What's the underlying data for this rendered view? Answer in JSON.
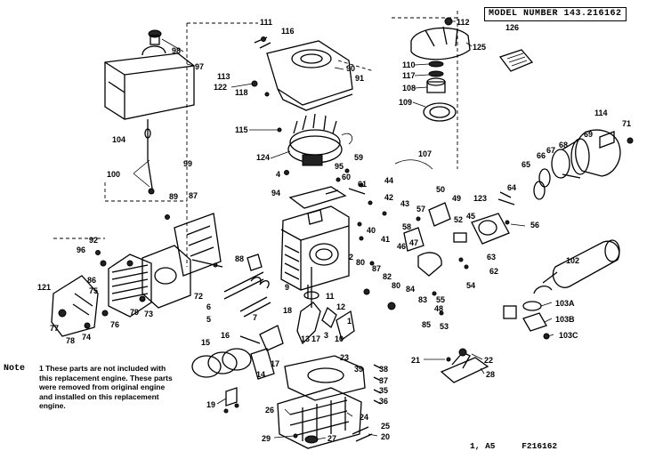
{
  "model_header": "MODEL NUMBER 143.216162",
  "note": {
    "heading": "Note",
    "text": "1 These parts are not included with this replacement engine. These parts were removed from original engine and installed on this replacement engine."
  },
  "footer": {
    "scale": "1, A5",
    "code": "F216162"
  },
  "parts": [
    {
      "id": "p111",
      "text": "111"
    },
    {
      "id": "p116",
      "text": "116"
    },
    {
      "id": "p112",
      "text": "112"
    },
    {
      "id": "p125",
      "text": "125"
    },
    {
      "id": "p126",
      "text": "126"
    },
    {
      "id": "p98",
      "text": "98"
    },
    {
      "id": "p97",
      "text": "97"
    },
    {
      "id": "p113",
      "text": "113"
    },
    {
      "id": "p122",
      "text": "122"
    },
    {
      "id": "p118",
      "text": "118"
    },
    {
      "id": "p90",
      "text": "90"
    },
    {
      "id": "p91",
      "text": "91"
    },
    {
      "id": "p110",
      "text": "110"
    },
    {
      "id": "p117",
      "text": "117"
    },
    {
      "id": "p108",
      "text": "108"
    },
    {
      "id": "p109",
      "text": "109"
    },
    {
      "id": "p115",
      "text": "115"
    },
    {
      "id": "p104",
      "text": "104"
    },
    {
      "id": "p114",
      "text": "114"
    },
    {
      "id": "p71",
      "text": "71"
    },
    {
      "id": "p124",
      "text": "124"
    },
    {
      "id": "p107",
      "text": "107"
    },
    {
      "id": "p69",
      "text": "69"
    },
    {
      "id": "p66",
      "text": "66"
    },
    {
      "id": "p67",
      "text": "67"
    },
    {
      "id": "p68",
      "text": "68"
    },
    {
      "id": "p100",
      "text": "100"
    },
    {
      "id": "p99",
      "text": "99"
    },
    {
      "id": "p4",
      "text": "4"
    },
    {
      "id": "p95",
      "text": "95"
    },
    {
      "id": "p59",
      "text": "59"
    },
    {
      "id": "p65",
      "text": "65"
    },
    {
      "id": "p60",
      "text": "60"
    },
    {
      "id": "p61",
      "text": "61"
    },
    {
      "id": "p44",
      "text": "44"
    },
    {
      "id": "p94",
      "text": "94"
    },
    {
      "id": "p42",
      "text": "42"
    },
    {
      "id": "p43",
      "text": "43"
    },
    {
      "id": "p50",
      "text": "50"
    },
    {
      "id": "p64",
      "text": "64"
    },
    {
      "id": "p89",
      "text": "89"
    },
    {
      "id": "p87",
      "text": "87"
    },
    {
      "id": "p57",
      "text": "57"
    },
    {
      "id": "p49",
      "text": "49"
    },
    {
      "id": "p123",
      "text": "123"
    },
    {
      "id": "p58",
      "text": "58"
    },
    {
      "id": "p52",
      "text": "52"
    },
    {
      "id": "p45",
      "text": "45"
    },
    {
      "id": "p56",
      "text": "56"
    },
    {
      "id": "p92",
      "text": "92"
    },
    {
      "id": "p40",
      "text": "40"
    },
    {
      "id": "p41",
      "text": "41"
    },
    {
      "id": "p96",
      "text": "96"
    },
    {
      "id": "p46",
      "text": "46"
    },
    {
      "id": "p47",
      "text": "47"
    },
    {
      "id": "p63",
      "text": "63"
    },
    {
      "id": "p2",
      "text": "2"
    },
    {
      "id": "p88",
      "text": "88"
    },
    {
      "id": "p80a",
      "text": "80"
    },
    {
      "id": "p62",
      "text": "62"
    },
    {
      "id": "p102",
      "text": "102"
    },
    {
      "id": "p87b",
      "text": "87"
    },
    {
      "id": "p86",
      "text": "86"
    },
    {
      "id": "p82",
      "text": "82"
    },
    {
      "id": "p72",
      "text": "72"
    },
    {
      "id": "p9",
      "text": "9"
    },
    {
      "id": "p80b",
      "text": "80"
    },
    {
      "id": "p54",
      "text": "54"
    },
    {
      "id": "p121",
      "text": "121"
    },
    {
      "id": "p75",
      "text": "75"
    },
    {
      "id": "p79",
      "text": "79"
    },
    {
      "id": "p73",
      "text": "73"
    },
    {
      "id": "p6",
      "text": "6"
    },
    {
      "id": "p11",
      "text": "11"
    },
    {
      "id": "p84",
      "text": "84"
    },
    {
      "id": "p55",
      "text": "55"
    },
    {
      "id": "p103a",
      "text": "103A"
    },
    {
      "id": "p48",
      "text": "48"
    },
    {
      "id": "p5",
      "text": "5"
    },
    {
      "id": "p18",
      "text": "18"
    },
    {
      "id": "p12",
      "text": "12"
    },
    {
      "id": "p83",
      "text": "83"
    },
    {
      "id": "p103b",
      "text": "103B"
    },
    {
      "id": "p76",
      "text": "76"
    },
    {
      "id": "p7",
      "text": "7"
    },
    {
      "id": "p1",
      "text": "1"
    },
    {
      "id": "p53",
      "text": "53"
    },
    {
      "id": "p77",
      "text": "77"
    },
    {
      "id": "p78",
      "text": "78"
    },
    {
      "id": "p74",
      "text": "74"
    },
    {
      "id": "p13",
      "text": "13"
    },
    {
      "id": "p17",
      "text": "17"
    },
    {
      "id": "p3",
      "text": "3"
    },
    {
      "id": "p10",
      "text": "10"
    },
    {
      "id": "p85",
      "text": "85"
    },
    {
      "id": "p103c",
      "text": "103C"
    },
    {
      "id": "p16",
      "text": "16"
    },
    {
      "id": "p15",
      "text": "15"
    },
    {
      "id": "p21",
      "text": "21"
    },
    {
      "id": "p22",
      "text": "22"
    },
    {
      "id": "p23",
      "text": "23"
    },
    {
      "id": "p14",
      "text": "14"
    },
    {
      "id": "p17b",
      "text": "17"
    },
    {
      "id": "p39",
      "text": "39"
    },
    {
      "id": "p38",
      "text": "38"
    },
    {
      "id": "p37",
      "text": "37"
    },
    {
      "id": "p28",
      "text": "28"
    },
    {
      "id": "p35",
      "text": "35"
    },
    {
      "id": "p36",
      "text": "36"
    },
    {
      "id": "p19",
      "text": "19"
    },
    {
      "id": "p26",
      "text": "26"
    },
    {
      "id": "p24",
      "text": "24"
    },
    {
      "id": "p25",
      "text": "25"
    },
    {
      "id": "p29",
      "text": "29"
    },
    {
      "id": "p27",
      "text": "27"
    },
    {
      "id": "p20",
      "text": "20"
    }
  ]
}
